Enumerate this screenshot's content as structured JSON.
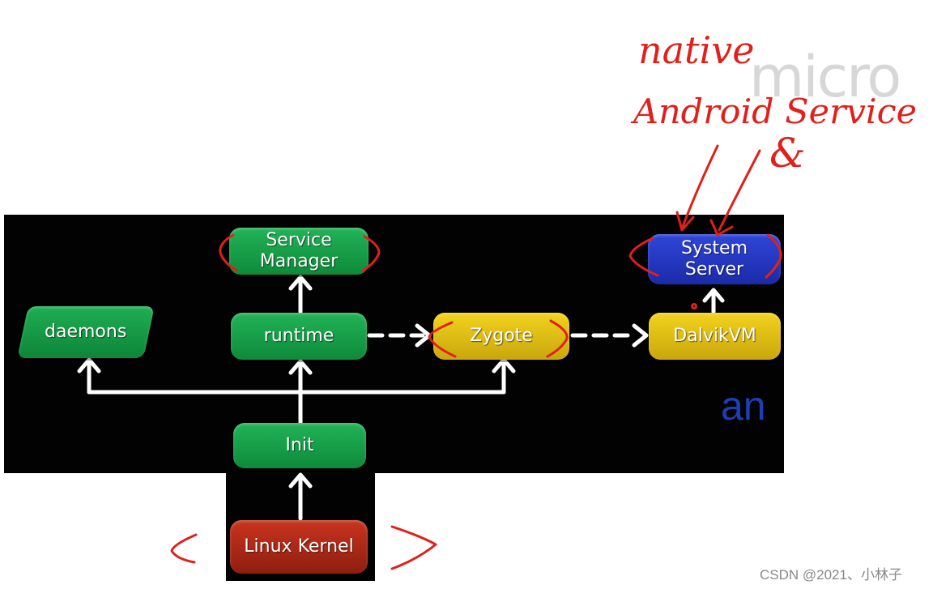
{
  "diagram": {
    "nodes": {
      "service_manager": "Service\nManager",
      "system_server": "System\nServer",
      "daemons": "daemons",
      "runtime": "runtime",
      "zygote": "Zygote",
      "dalvik_vm": "DalvikVM",
      "init": "Init",
      "linux_kernel": "Linux Kernel"
    },
    "colors": {
      "green": "#159a45",
      "yellow": "#e0bf14",
      "blue": "#2436c4",
      "red": "#a8281a",
      "annotation": "#e0201a"
    }
  },
  "handwriting": {
    "line1": "native",
    "line2": "Android Service",
    "line3": "&"
  },
  "watermarks": {
    "top_right": "micro",
    "logo": "an"
  },
  "credit": "CSDN @2021、小林子"
}
